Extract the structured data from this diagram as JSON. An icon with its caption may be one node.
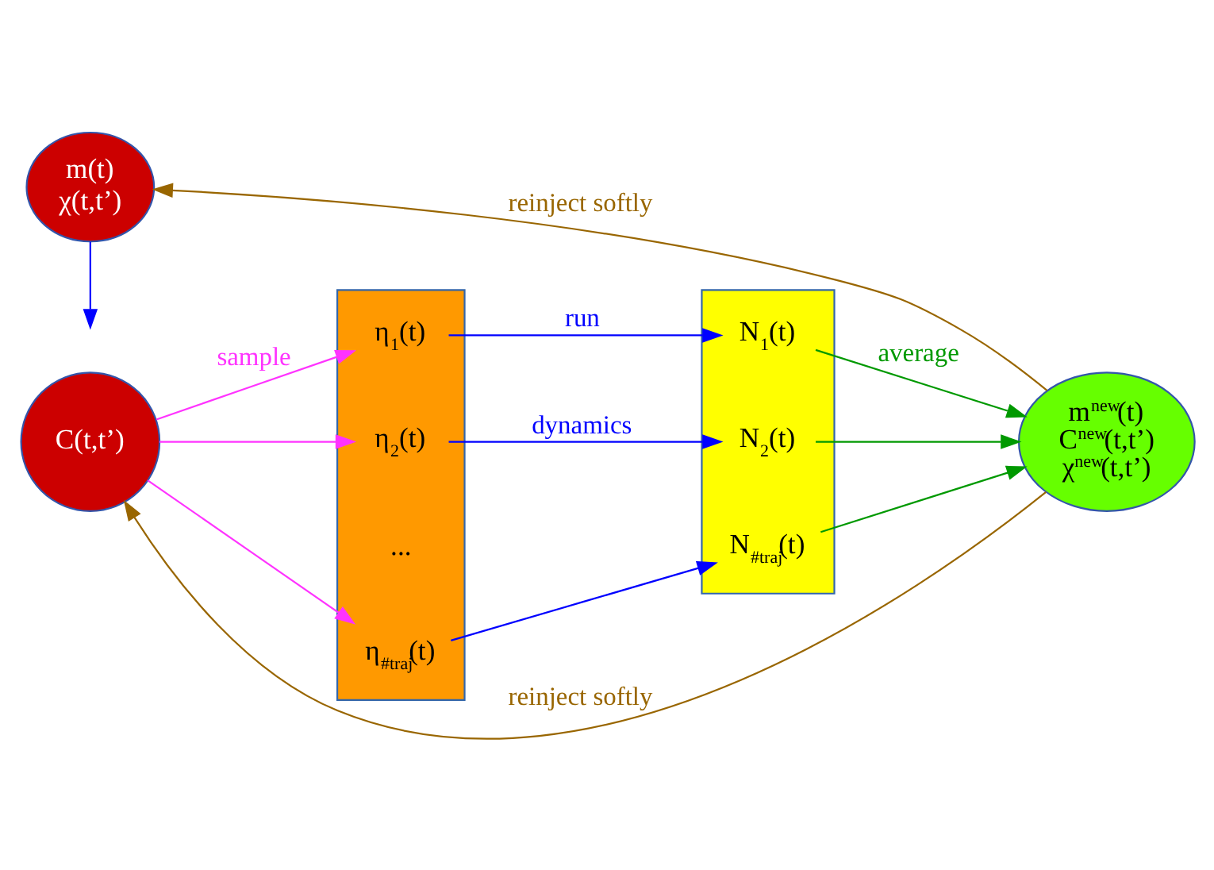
{
  "diagram": {
    "nodes": [
      {
        "text": [
          "m(t) χ(t,t’)"
        ]
      },
      {
        "text": [
          "C(t,t’)"
        ]
      },
      {
        "text": [],
        "shape": "bar"
      },
      {
        "text": [
          "η$_{1}$(t)"
        ],
        "in": 2
      },
      {
        "text": [
          "η$_{2}$(t)"
        ],
        "in": 2
      },
      {
        "text": [
          "..."
        ],
        "in": 2
      },
      {
        "text": [
          "η$_{#traj}$(t)"
        ],
        "in": 2
      },
      {
        "text": [],
        "shape": "bar"
      },
      {
        "text": [
          "N$_{1}$(t)"
        ],
        "in": 7
      },
      {
        "text": [
          "N$_{2}$(t)"
        ],
        "in": 7
      },
      {
        "text": [
          "N$_{#traj}$(t)"
        ],
        "in": 7
      },
      {
        "text": [
          "m$^{new}$(t)",
          "C$^{new}$(t,t’)",
          "χ$^{new}$(t,t’)"
        ]
      }
    ],
    "edges": [
      {
        "from": 1,
        "to": 3,
        "arrow": "to",
        "label": "sample",
        "color": "#ff33ff"
      },
      {
        "from": 1,
        "to": 4,
        "arrow": "to",
        "color": "#ff33ff"
      },
      {
        "from": 1,
        "to": 6,
        "arrow": "to",
        "color": "#ff33ff"
      },
      {
        "from": 0,
        "to": null,
        "arrow": "to"
      },
      {
        "from": 3,
        "to": 8,
        "arrow": "to",
        "label": "run"
      },
      {
        "from": 4,
        "to": 9,
        "arrow": "to",
        "label": "dynamics"
      },
      {
        "from": 6,
        "to": 10,
        "arrow": "to"
      },
      {
        "from": 8,
        "to": 11,
        "arrow": "to",
        "label": "average",
        "color": "#009900"
      },
      {
        "from": 9,
        "to": 11,
        "arrow": "to",
        "color": "#009900"
      },
      {
        "from": 10,
        "to": 11,
        "arrow": "to",
        "color": "#009900"
      },
      {
        "from": 11,
        "to": 0,
        "arrow": "to",
        "label": "reinject softly",
        "color": "#996600"
      },
      {
        "from": 11,
        "to": 1,
        "arrow": "to",
        "label": "reinject softly",
        "color": "#996600"
      }
    ]
  }
}
